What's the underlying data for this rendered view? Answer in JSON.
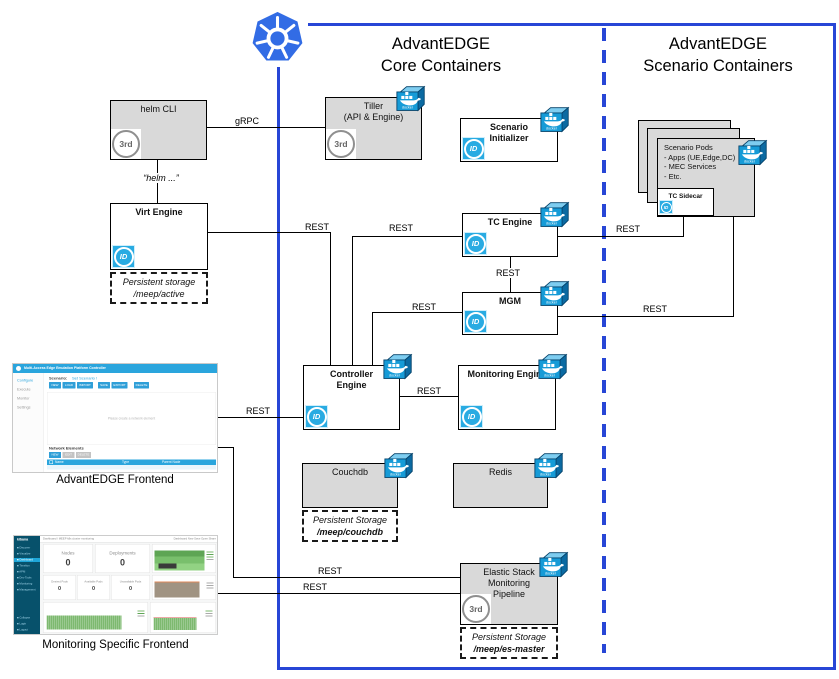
{
  "titles": {
    "core1": "AdvantEDGE",
    "core2": "Core Containers",
    "scen1": "AdvantEDGE",
    "scen2": "Scenario Containers"
  },
  "badges": {
    "id": "ID",
    "third": "3rd"
  },
  "icons": {
    "docker_label": "docker"
  },
  "edges": {
    "grpc": "gRPC",
    "helm_cmd": "“helm ...”",
    "rest": "REST"
  },
  "nodes": {
    "helm_cli": {
      "title": "helm CLI"
    },
    "tiller": {
      "title": "Tiller",
      "subtitle": "(API & Engine)"
    },
    "scenario_initializer": {
      "title": "Scenario",
      "subtitle": "Initializer"
    },
    "virt_engine": {
      "title": "Virt Engine"
    },
    "virt_storage": {
      "line1": "Persistent storage",
      "line2": "/meep/active"
    },
    "tc_engine": {
      "title": "TC Engine"
    },
    "mgm": {
      "title": "MGM"
    },
    "scenario_pods": {
      "lines": [
        "Scenario Pods",
        "- Apps (UE,Edge,DC)",
        "- MEC Services",
        "- Etc."
      ],
      "sidecar": "TC Sidecar"
    },
    "controller_engine": {
      "title": "Controller",
      "subtitle": "Engine"
    },
    "monitoring_engine": {
      "title": "Monitoring Engine"
    },
    "couchdb": {
      "title": "Couchdb"
    },
    "couchdb_storage": {
      "line1": "Persistent Storage",
      "line2": "/meep/couchdb"
    },
    "redis": {
      "title": "Redis"
    },
    "elastic": {
      "title": "Elastic Stack",
      "subtitle": "Monitoring",
      "subtitle2": "Pipeline"
    },
    "elastic_storage": {
      "line1": "Persistent Storage",
      "line2": "/meep/es-master"
    }
  },
  "captions": {
    "frontend": "AdvantEDGE Frontend",
    "monitoring": "Monitoring Specific Frontend"
  },
  "frontend": {
    "titlebar": "Multi-Access Edge Emulation Platform Controller",
    "nav": [
      "Configure",
      "Execute",
      "Monitor",
      "Settings"
    ],
    "scenario_label": "Scenario:",
    "scenario_link": "Set Scenario !",
    "toolbar": [
      "NEW",
      "LOAD",
      "IMPORT",
      "SAVE",
      "EXPORT",
      "DELETE"
    ],
    "empty_message": "Please create a network element",
    "section_title": "Network Elements",
    "section_buttons": [
      "NEW",
      "EDIT",
      "DELETE"
    ],
    "table_headers": [
      "Name",
      "Type",
      "Parent Node"
    ]
  },
  "monitoring": {
    "brand": "kibana",
    "breadcrumb": "Dashboard / MEEP k8s cluster monitoring",
    "menu": "Dashboard  New  Save  Open  Share",
    "metrics_large": [
      {
        "label": "Nodes",
        "value": "0"
      },
      {
        "label": "Deployments",
        "value": "0"
      }
    ],
    "metrics_small": [
      {
        "label": "Desired Pods",
        "value": "0"
      },
      {
        "label": "Available Pods",
        "value": "0"
      },
      {
        "label": "Unavailable Pods",
        "value": "0"
      }
    ]
  },
  "colors": {
    "k8s_blue": "#326ce5",
    "boundary_blue": "#2746d6",
    "docker_blue": "#169bd7",
    "id_badge_blue": "#29abe2",
    "node_gray": "#d9d9d9",
    "frontend_blue": "#2aa5dd",
    "kibana_sidebar": "#07516b",
    "chart_green": "#7db96f"
  }
}
